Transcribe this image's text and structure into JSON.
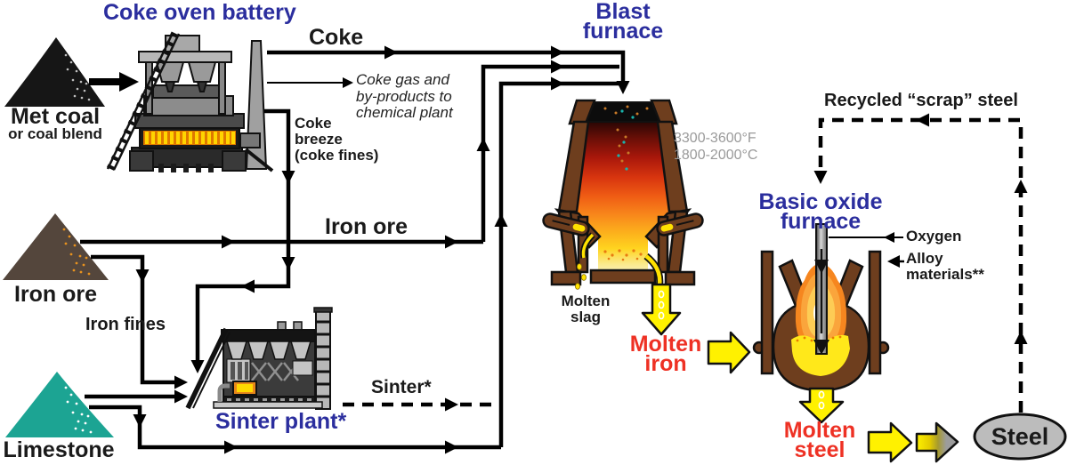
{
  "colors": {
    "label_blue": "#2B2E9E",
    "label_red": "#EE3124",
    "label_gray": "#9A9A9A",
    "arrow_yellow": "#FFF100",
    "limestone_teal": "#1CA493",
    "iron_ore_brown": "#54463C",
    "coal_black": "#161616",
    "furnace_brown": "#6E3E1E",
    "steel_gray": "#BCBCBC"
  },
  "labels": {
    "coke_oven_battery": "Coke oven battery",
    "met_coal": [
      "Met coal",
      "or coal blend"
    ],
    "coke": "Coke",
    "coke_gas": [
      "Coke gas and",
      "by-products to",
      "chemical plant"
    ],
    "coke_breeze": [
      "Coke",
      "breeze",
      "(coke fines)"
    ],
    "blast_furnace": [
      "Blast",
      "furnace"
    ],
    "temperatures": [
      "3300-3600°F",
      "1800-2000°C"
    ],
    "iron_ore_pile": "Iron ore",
    "iron_ore_flow": "Iron ore",
    "iron_fines": "Iron fines",
    "limestone": "Limestone",
    "sinter_plant": "Sinter plant*",
    "sinter": "Sinter*",
    "molten_slag": [
      "Molten",
      "slag"
    ],
    "molten_iron": [
      "Molten",
      "iron"
    ],
    "basic_oxide_furnace": [
      "Basic oxide",
      "furnace"
    ],
    "oxygen": "Oxygen",
    "alloy_materials": [
      "Alloy",
      "materials**"
    ],
    "recycled_scrap_steel": "Recycled “scrap” steel",
    "molten_steel": [
      "Molten",
      "steel"
    ],
    "steel": "Steel"
  }
}
